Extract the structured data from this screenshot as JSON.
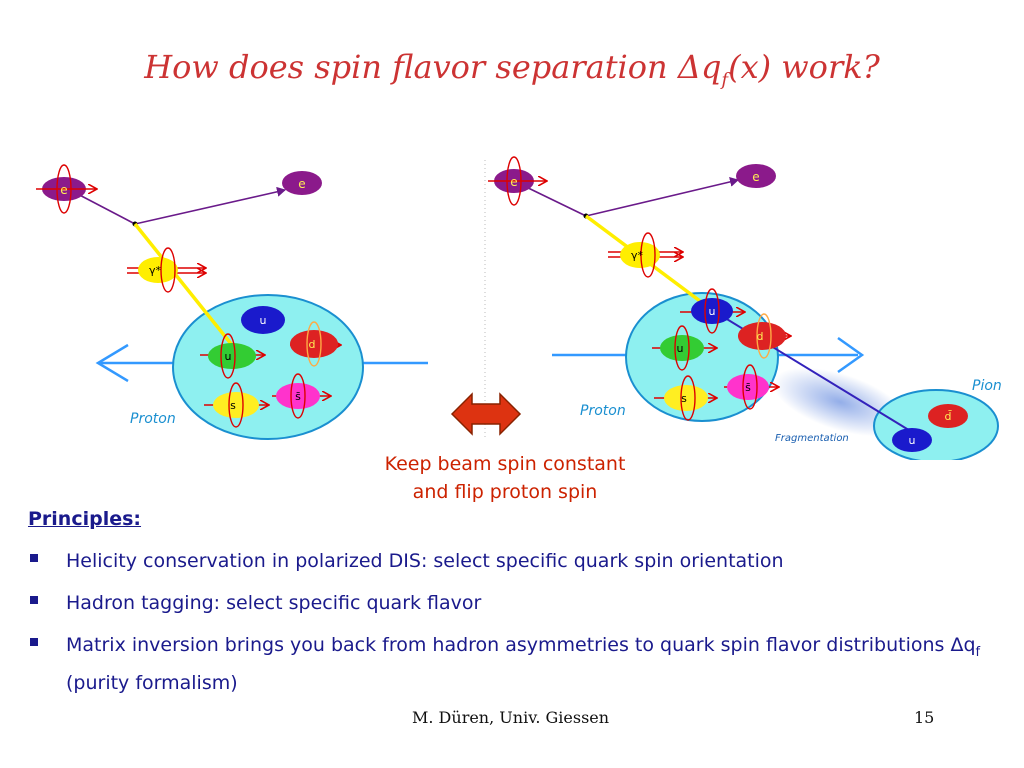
{
  "title": {
    "prefix": "How does spin flavor separation Δq",
    "subscript": "f",
    "suffix": "(x) work?"
  },
  "diagram": {
    "left_panel": {
      "electron_in": "e",
      "electron_out": "e",
      "photon": "γ*",
      "quarks": [
        "u",
        "u",
        "d",
        "s",
        "s̄"
      ],
      "target_label": "Proton"
    },
    "right_panel": {
      "electron_in": "e",
      "electron_out": "e",
      "photon": "γ*",
      "quarks": [
        "u",
        "u",
        "d",
        "s",
        "s̄"
      ],
      "target_label": "Proton",
      "fragmentation_label": "Fragmentation",
      "pion_label": "Pion",
      "pion_quarks": [
        "u",
        "d̄"
      ]
    },
    "colors": {
      "electron": "#8b1a8b",
      "photon": "#ffee00",
      "proton": "#8ef0f0",
      "quark_u": "#1a1acc",
      "quark_u_green": "#33cc33",
      "quark_d": "#dd2222",
      "quark_s": "#ffee22",
      "quark_sbar": "#ff33cc",
      "spin_arrow": "#dd0000",
      "beam_arrow": "#3399ff",
      "title": "#cc3333",
      "text_blue": "#1a1a8c"
    }
  },
  "caption": {
    "line1": "Keep beam spin constant",
    "line2": "and flip proton spin"
  },
  "principles": {
    "heading": "Principles:",
    "bullets": [
      "Helicity conservation in polarized DIS: select specific quark spin orientation",
      "Hadron tagging: select specific quark flavor",
      "Matrix inversion brings you back from hadron asymmetries to quark spin flavor distributions Δq",
      "(purity formalism)"
    ],
    "bullet3_sub": "f"
  },
  "footer": {
    "author": "M. Düren, Univ. Giessen",
    "page": "15"
  }
}
